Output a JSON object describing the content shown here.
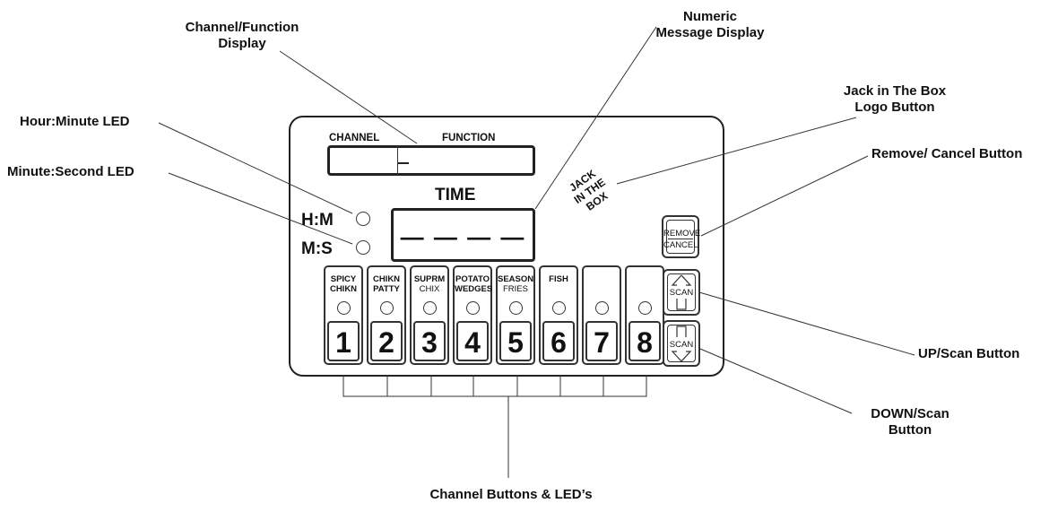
{
  "callouts": {
    "channel_function_display": [
      "Channel/Function",
      "Display"
    ],
    "numeric_message_display": [
      "Numeric",
      "Message Display"
    ],
    "jack_logo_button": [
      "Jack in The Box",
      "Logo Button"
    ],
    "hour_minute_led": "Hour:Minute LED",
    "remove_cancel_button": "Remove/ Cancel Button",
    "minute_second_led": "Minute:Second LED",
    "up_scan_button": "UP/Scan Button",
    "down_scan_button": [
      "DOWN/Scan",
      "Button"
    ],
    "channel_buttons": "Channel Buttons & LED’s"
  },
  "panel": {
    "channel_label": "CHANNEL",
    "function_label": "FUNCTION",
    "time_label": "TIME",
    "hm_label": "H:M",
    "ms_label": "M:S",
    "time_readout": "— — — —",
    "logo_text": [
      "JACK",
      "IN THE",
      "BOX"
    ],
    "remove_label": "REMOVE",
    "cancel_label": "CANCEL",
    "scan_label": "SCAN"
  },
  "channel_buttons": [
    {
      "line1": "SPICY",
      "line2": "CHIKN",
      "number": "1"
    },
    {
      "line1": "CHIKN",
      "line2": "PATTY",
      "number": "2"
    },
    {
      "line1": "SUPRM",
      "line2": "CHIX",
      "number": "3"
    },
    {
      "line1": "POTATO",
      "line2": "WEDGES",
      "number": "4"
    },
    {
      "line1": "SEASON",
      "line2": "FRIES",
      "number": "5"
    },
    {
      "line1": "FISH",
      "line2": "",
      "number": "6"
    },
    {
      "line1": "",
      "line2": "",
      "number": "7"
    },
    {
      "line1": "",
      "line2": "",
      "number": "8"
    }
  ]
}
